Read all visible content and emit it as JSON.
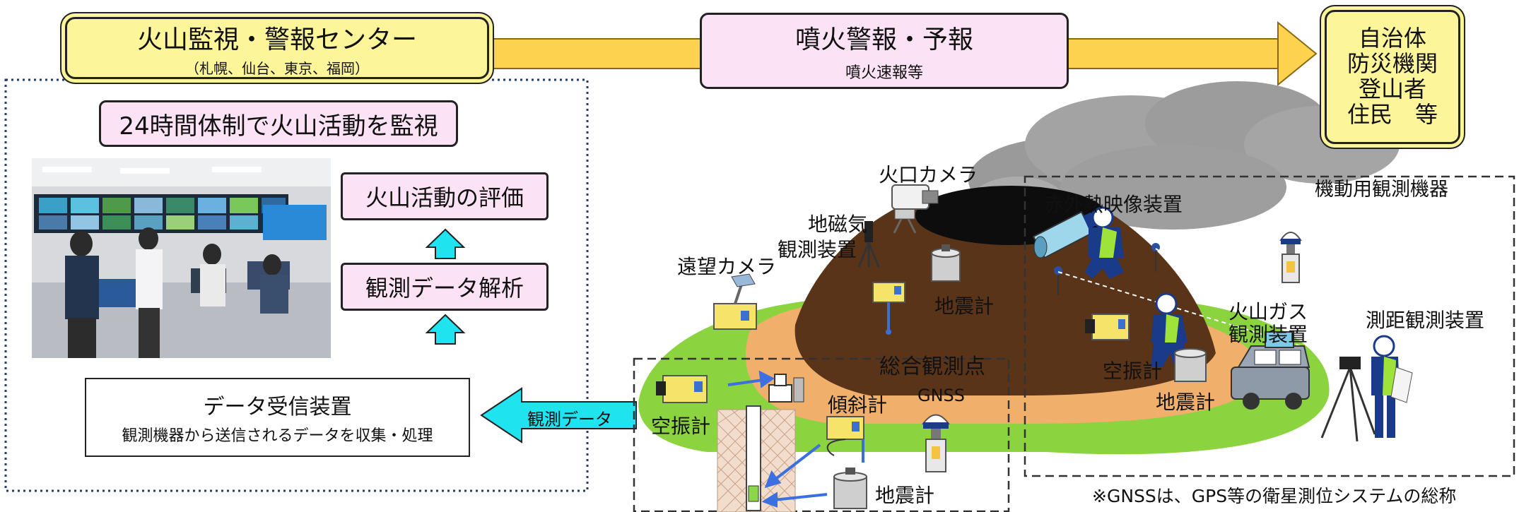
{
  "center": {
    "title": "火山監視・警報センター",
    "subtitle": "（札幌、仙台、東京、福岡）"
  },
  "warning": {
    "title": "噴火警報・予報",
    "subtitle": "噴火速報等"
  },
  "recipients": {
    "lines": [
      "自治体",
      "防災機関",
      "登山者",
      "住民　等"
    ]
  },
  "monitoring": {
    "headline": "24時間体制で火山活動を監視",
    "evaluation": "火山活動の評価",
    "analysis": "観測データ解析"
  },
  "receiver": {
    "title": "データ受信装置",
    "subtitle": "観測機器から送信されるデータを収集・処理"
  },
  "flow_label": "観測データ",
  "mobile_title": "機動用観測機器",
  "station_title": "総合観測点",
  "instruments": {
    "crater_camera": "火口カメラ",
    "geomagnetic_1": "地磁気",
    "geomagnetic_2": "観測装置",
    "telescope_camera": "遠望カメラ",
    "seismometer": "地震計",
    "infrared": "赤外熱映像装置",
    "gas_1": "火山ガス",
    "gas_2": "観測装置",
    "infrasound": "空振計",
    "distance": "測距観測装置",
    "tiltmeter": "傾斜計",
    "gnss": "GNSS"
  },
  "footnote": "※GNSSは、GPS等の衛星測位システムの総称",
  "colors": {
    "yellow": "#fdf59a",
    "pink": "#fbe3f5",
    "cyan": "#1fe3ee",
    "green": "#8bd33f",
    "brown": "#5a3418",
    "orange": "#f0b06c"
  }
}
